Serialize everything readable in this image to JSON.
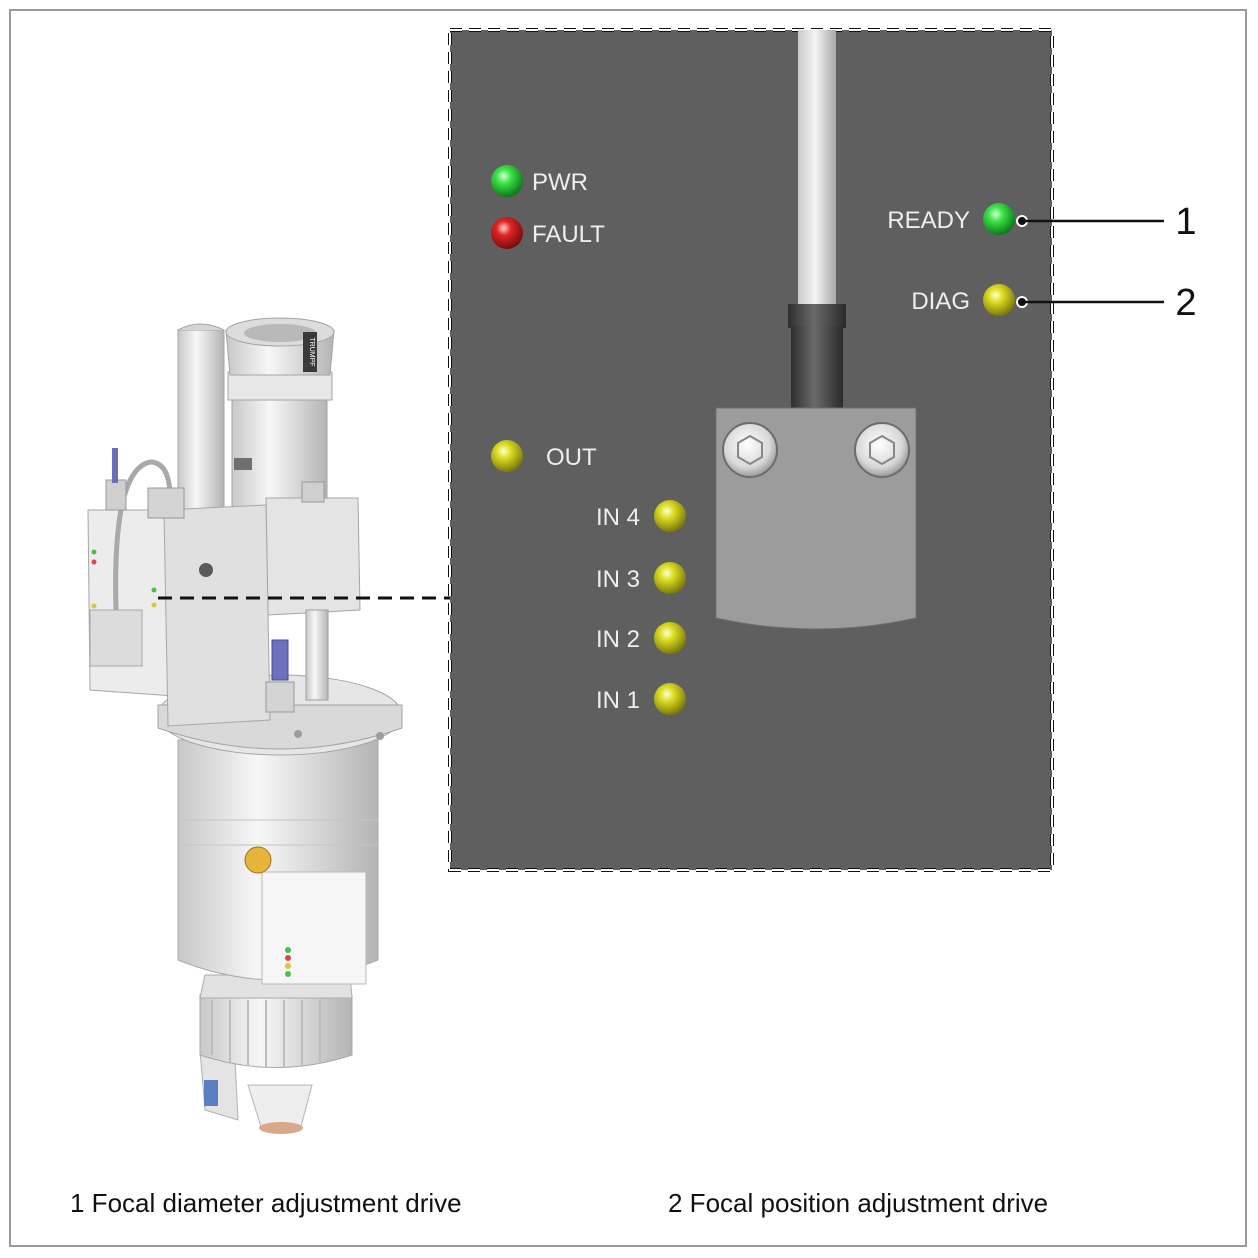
{
  "panel": {
    "leds": {
      "pwr": "PWR",
      "fault": "FAULT",
      "ready": "READY",
      "diag": "DIAG",
      "out": "OUT",
      "in4": "IN 4",
      "in3": "IN 3",
      "in2": "IN 2",
      "in1": "IN 1"
    }
  },
  "callouts": {
    "n1": "1",
    "n2": "2"
  },
  "device": {
    "brand": "TRUMPF"
  },
  "captions": {
    "c1": "1 Focal diameter adjustment drive",
    "c2": "2 Focal position adjustment drive"
  },
  "colors": {
    "panel_bg": "#5f5f5f",
    "led_green": "#2fd63a",
    "led_red": "#d81e1e",
    "led_yellow": "#d9d71e"
  }
}
